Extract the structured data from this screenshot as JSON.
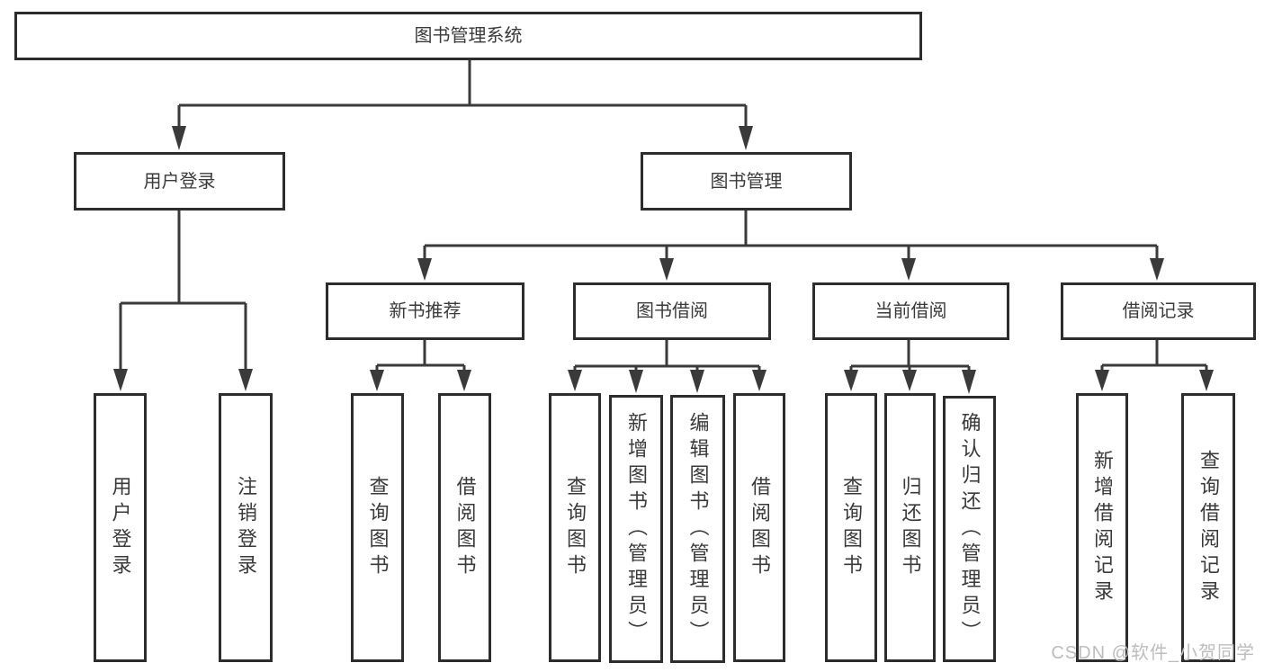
{
  "diagram": {
    "root": {
      "label": "图书管理系统"
    },
    "branches": [
      {
        "label": "用户登录",
        "children": [
          {
            "label": "用户登录"
          },
          {
            "label": "注销登录"
          }
        ]
      },
      {
        "label": "图书管理",
        "sections": [
          {
            "label": "新书推荐",
            "children": [
              {
                "label": "查询图书"
              },
              {
                "label": "借阅图书"
              }
            ]
          },
          {
            "label": "图书借阅",
            "children": [
              {
                "label": "查询图书"
              },
              {
                "label": "新增图书（管理员）"
              },
              {
                "label": "编辑图书（管理员）"
              },
              {
                "label": "借阅图书"
              }
            ]
          },
          {
            "label": "当前借阅",
            "children": [
              {
                "label": "查询图书"
              },
              {
                "label": "归还图书"
              },
              {
                "label": "确认归还（管理员）"
              }
            ]
          },
          {
            "label": "借阅记录",
            "children": [
              {
                "label": "新增借阅记录"
              },
              {
                "label": "查询借阅记录"
              }
            ]
          }
        ]
      }
    ]
  },
  "watermark": {
    "text": "CSDN @软件_小贺同学"
  },
  "colors": {
    "line": "#3a3a3a",
    "box_border": "#2d2d2d",
    "text": "#3a3a3a",
    "watermark": "#bdbdbd",
    "background": "#ffffff"
  }
}
